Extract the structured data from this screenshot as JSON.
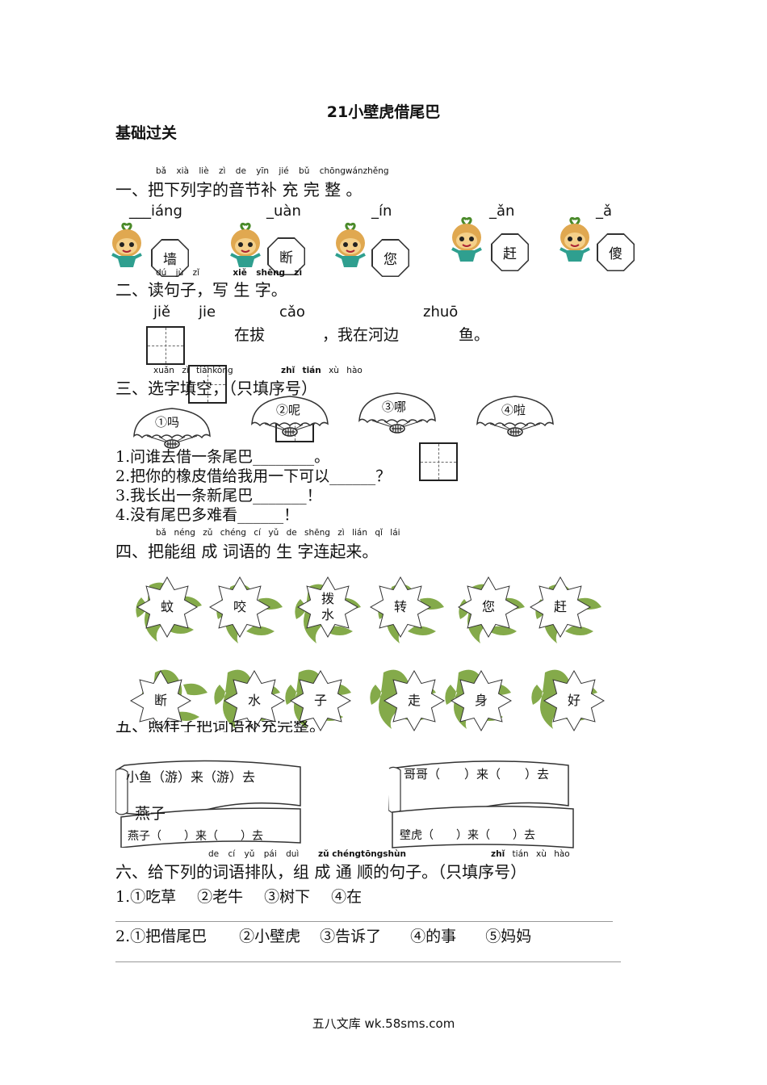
{
  "title": "21小壁虎借尾巴",
  "subtitle": "基础过关",
  "s1": {
    "pinyin": [
      "bǎ",
      "xià",
      "liè",
      "zì",
      "de",
      "yīn",
      "jié",
      "bǔ",
      "chōng",
      "wán",
      "zhěng"
    ],
    "heading": "一、把下列字的音节补 充 完 整 。",
    "items": [
      {
        "pinyin": "___iáng",
        "char": "墙"
      },
      {
        "pinyin": "_uàn",
        "char": "断"
      },
      {
        "pinyin": "_ín",
        "char": "您"
      },
      {
        "pinyin": "_ǎn",
        "char": "赶"
      },
      {
        "pinyin": "_ǎ",
        "char": "傻"
      }
    ]
  },
  "s2": {
    "pinyin": [
      "dú",
      "jù",
      "zǐ",
      "xiě",
      "shēng",
      "zì"
    ],
    "heading": "二、读句子，写 生 字。",
    "box_pinyin": [
      "jiě",
      "jie",
      "cǎo",
      "zhuō"
    ],
    "text_a": "在拔",
    "text_b": "，我在河边",
    "text_c": "鱼。"
  },
  "s3": {
    "pinyin": [
      "xuǎn",
      "zì",
      "tián",
      "kòng",
      "zhǐ",
      "tián",
      "xù",
      "hào"
    ],
    "heading": "三、选字填空，（只填序号）",
    "fans": [
      "①吗",
      "②呢",
      "③哪",
      "④啦"
    ],
    "lines": [
      "1.问谁去借一条尾巴________。",
      "2.把你的橡皮借给我用一下可以______？",
      "3.我长出一条新尾巴_______！",
      "4.没有尾巴多难看______！"
    ]
  },
  "s4": {
    "pinyin": [
      "bǎ",
      "néng",
      "zǔ",
      "chéng",
      "cí",
      "yǔ",
      "de",
      "shēng",
      "zì",
      "lián",
      "qǐ",
      "lái"
    ],
    "heading": "四、把能组 成 词语的 生 字连起来。",
    "top": [
      "蚊",
      "咬",
      "拨水",
      "转",
      "您",
      "赶"
    ],
    "bottom": [
      "断",
      "水",
      "子",
      "走",
      "身",
      "好"
    ]
  },
  "s5": {
    "heading": "五、照样子把词语补充完整。",
    "example": "小鱼（游）来（游）去",
    "b1": "哥哥（　　）来（　　）去",
    "b2_label": "燕子",
    "b2": "燕子（　　）来（　　）去",
    "b3": "壁虎（　　）来（　　）去"
  },
  "s6": {
    "pinyin_a": [
      "de",
      "cí",
      "yǔ",
      "pái",
      "duì"
    ],
    "pinyin_b": "zǔ chéngtōngshùn",
    "pinyin_c": [
      "zhǐ",
      "tián",
      "xù",
      "hào"
    ],
    "heading": "六、给下列的词语排队，组 成 通 顺的句子。（只填序号）",
    "q1": [
      "1.①吃草",
      "②老牛",
      "③树下",
      "④在"
    ],
    "q2": [
      "2.①把借尾巴",
      "②小壁虎",
      "③告诉了",
      "④的事",
      "⑤妈妈"
    ]
  },
  "footer": "五八文库 wk.58sms.com",
  "colors": {
    "gecko": "#6f9b2a",
    "sprout": "#d9a84a",
    "face": "#3aa39a"
  }
}
